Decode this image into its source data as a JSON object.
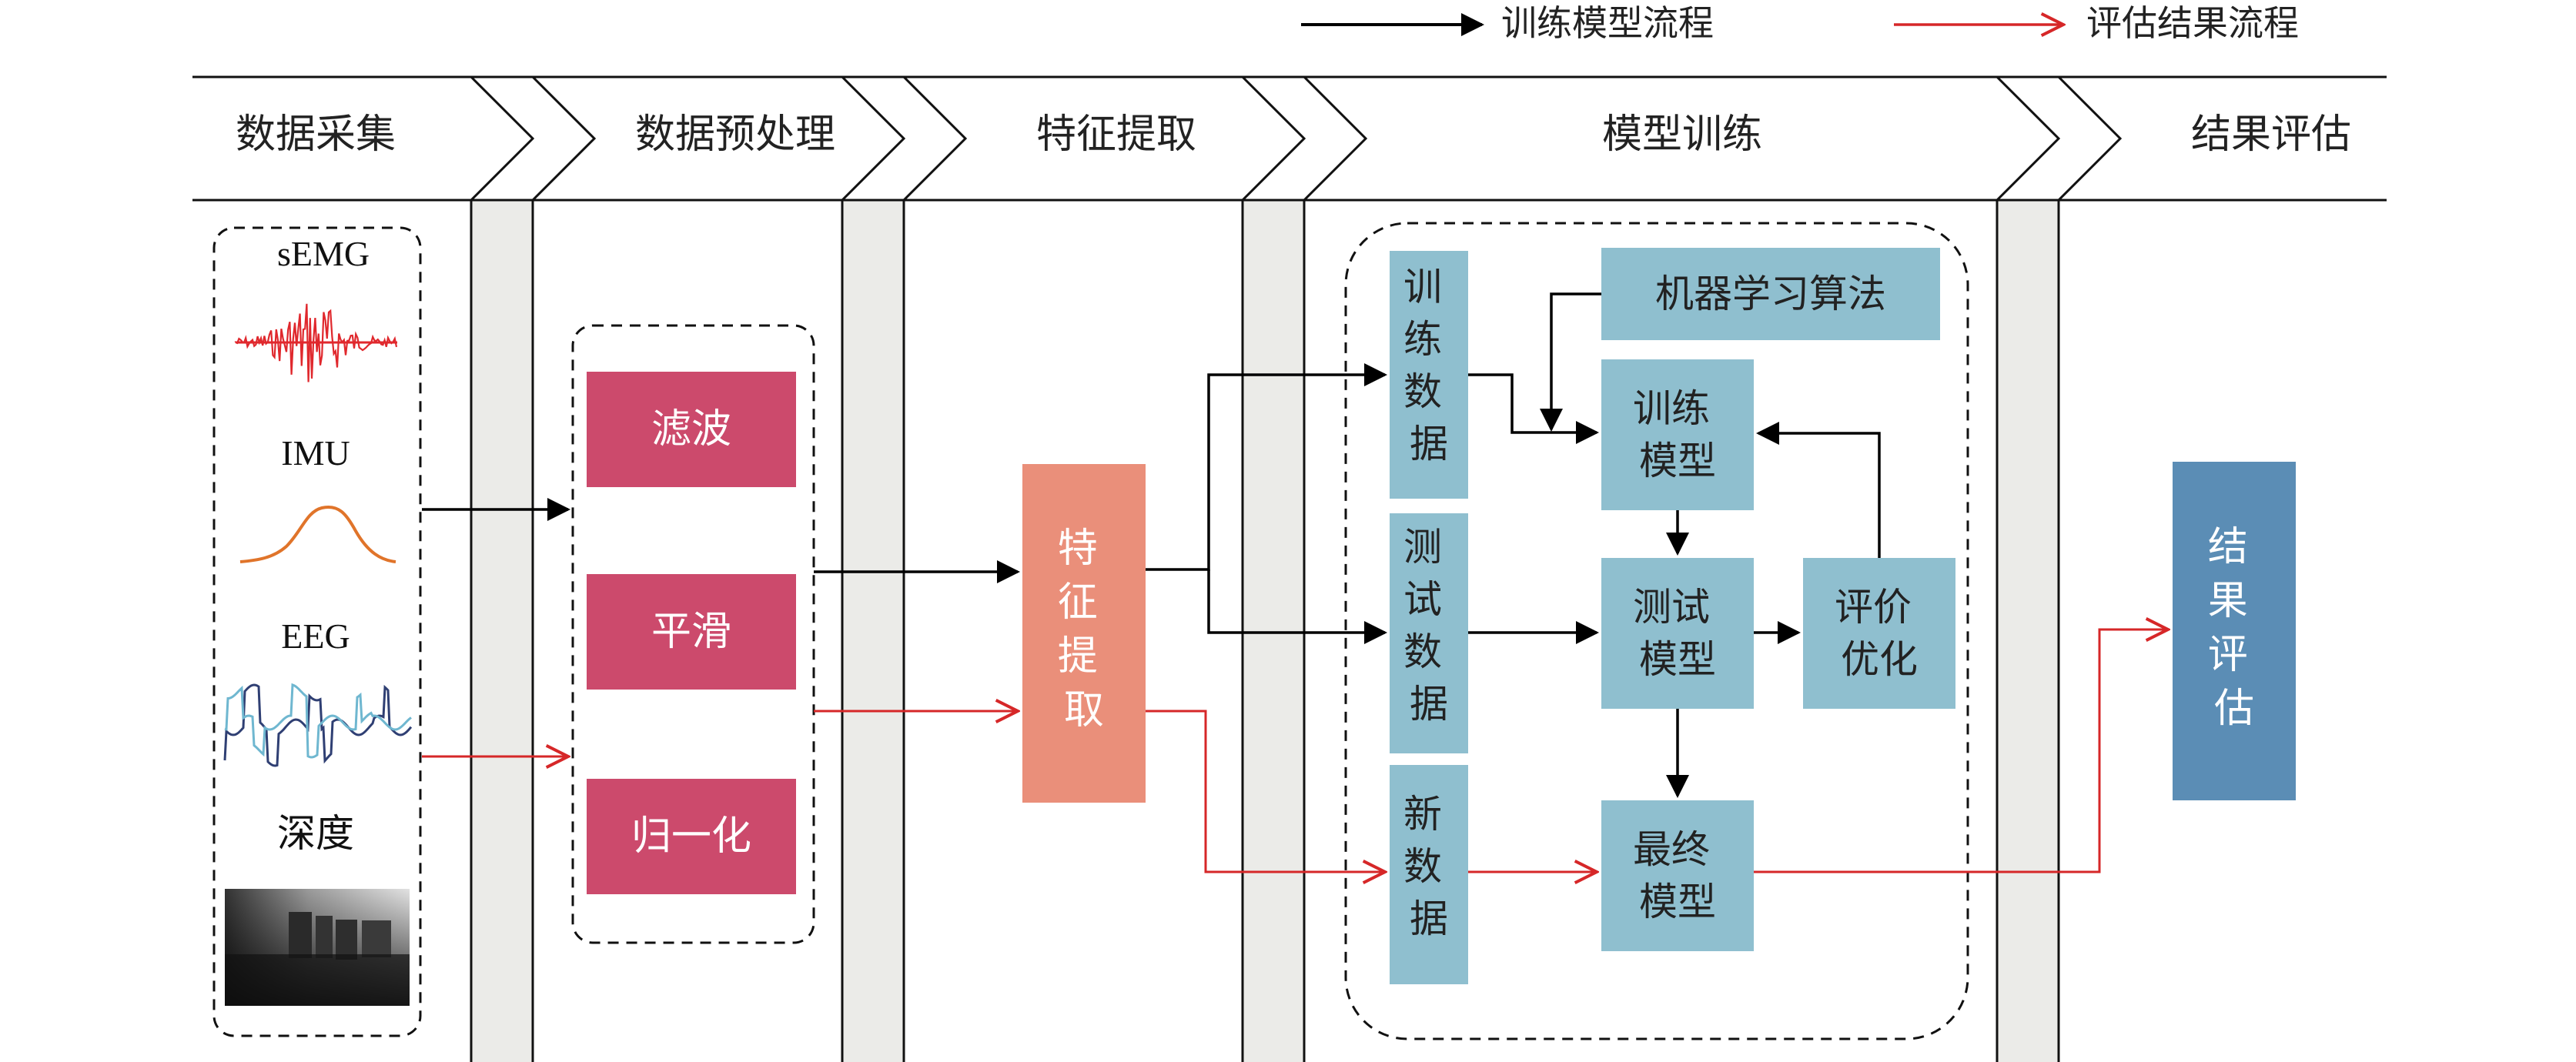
{
  "legend": {
    "train_flow": "训练模型流程",
    "eval_flow": "评估结果流程"
  },
  "stages": [
    "数据采集",
    "数据预处理",
    "特征提取",
    "模型训练",
    "结果评估"
  ],
  "signals": {
    "semg": "sEMG",
    "imu": "IMU",
    "eeg": "EEG",
    "depth": "深度"
  },
  "preprocess": {
    "filter": "滤波",
    "smooth": "平滑",
    "normalize": "归一化"
  },
  "feature": {
    "label": "特征提取"
  },
  "training": {
    "train_data": "训练数据",
    "test_data": "测试数据",
    "new_data": "新数据",
    "ml_algorithm": "机器学习算法",
    "train_model": "训练模型",
    "test_model": "测试模型",
    "eval_optimize": "评价优化",
    "final_model": "最终模型"
  },
  "result": {
    "label": "结果评估"
  },
  "colors": {
    "train_arrow": "#000000",
    "eval_arrow": "#d62728",
    "preprocess_box": "#cc4a6c",
    "feature_box": "#ea8f7a",
    "training_box": "#8fbfcf",
    "result_box": "#5b8db5",
    "stage_divider": "#ebebe8",
    "semg_wave": "#e0282d",
    "imu_wave": "#e0742a",
    "eeg_wave_1": "#2f3f73",
    "eeg_wave_2": "#6fb7d0"
  },
  "icons": [
    "semg-waveform",
    "imu-waveform",
    "eeg-waveform",
    "depth-image"
  ]
}
